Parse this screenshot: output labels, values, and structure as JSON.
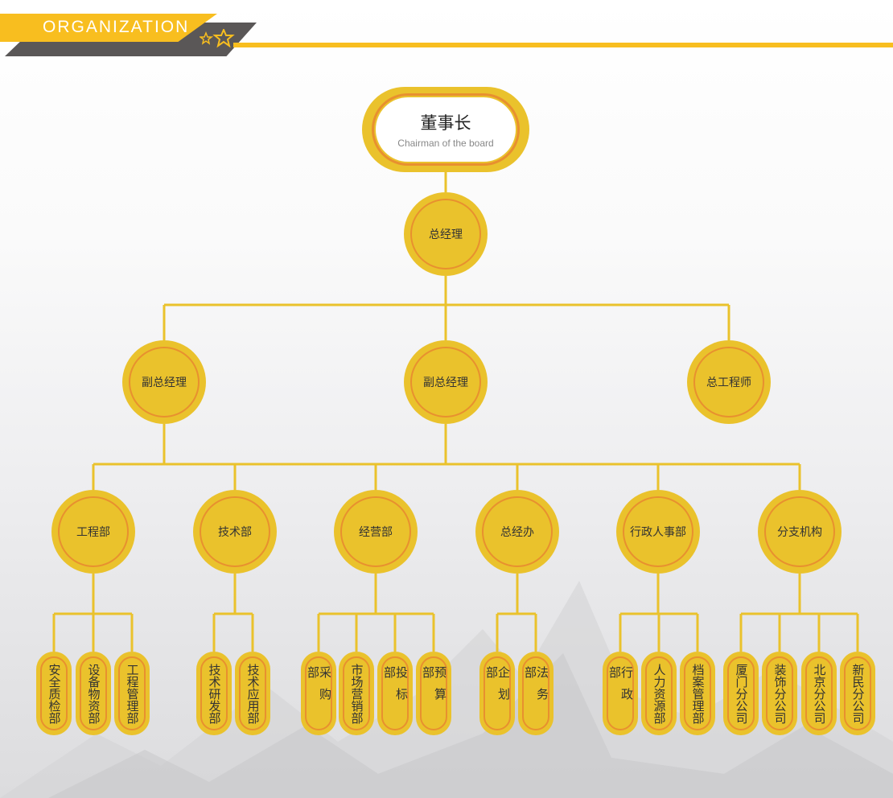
{
  "header": {
    "title": "ORGANIZATION"
  },
  "colors": {
    "yellow": "#eac22c",
    "ring": "#e8902f",
    "banner": "#f8be1f",
    "banner_gray": "#5a5757"
  },
  "chairman": {
    "title": "董事长",
    "subtitle": "Chairman of the board"
  },
  "general_manager": "总经理",
  "level2": [
    "副总经理",
    "副总经理",
    "总工程师"
  ],
  "departments": [
    {
      "name": "工程部",
      "units": [
        "安全质检部",
        "设备物资部",
        "工程管理部"
      ]
    },
    {
      "name": "技术部",
      "units": [
        "技术研发部",
        "技术应用部"
      ]
    },
    {
      "name": "经营部",
      "units": [
        "采购部",
        "市场营销部",
        "投标部",
        "预算部"
      ]
    },
    {
      "name": "总经办",
      "units": [
        "企划部",
        "法务部"
      ]
    },
    {
      "name": "行政人事部",
      "units": [
        "行政部",
        "人力资源部",
        "档案管理部"
      ]
    },
    {
      "name": "分支机构",
      "units": [
        "厦门分公司",
        "装饰分公司",
        "北京分公司",
        "新民分公司"
      ]
    }
  ]
}
